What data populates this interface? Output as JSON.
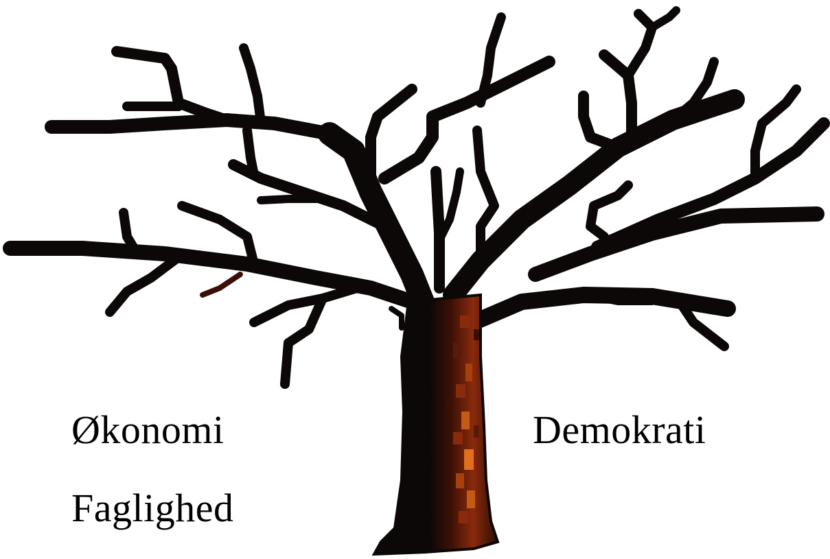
{
  "labels": {
    "left_top": "Økonomi",
    "left_bottom": "Faglighed",
    "right_top": "Demokrati"
  },
  "tree": {
    "icon": "bare-tree-icon",
    "colors": {
      "branch": "#0c0808",
      "bark_shadow": "#2a0d06",
      "bark_warm": "#8a2a0c",
      "bark_highlight": "#e0701c",
      "background": "#ffffff"
    }
  }
}
